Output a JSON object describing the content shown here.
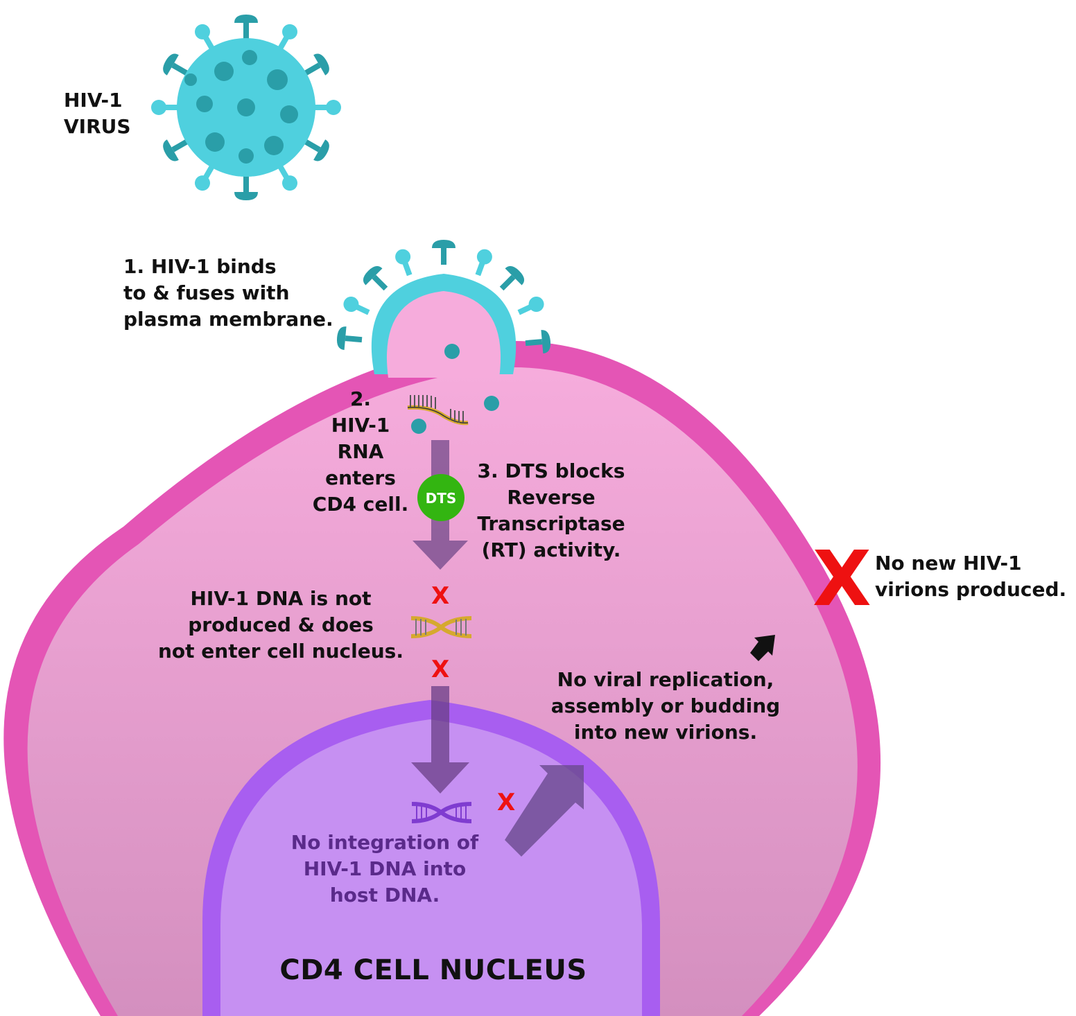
{
  "labels": {
    "virus": "HIV-1\nVIRUS",
    "step1": "1. HIV-1 binds\nto & fuses with\nplasma membrane.",
    "step2": "2.\nHIV-1\nRNA\nenters\nCD4 cell.",
    "step3": "3. DTS blocks\nReverse\nTranscriptase\n(RT) activity.",
    "dna_block": "HIV-1 DNA is not\nproduced & does\nnot enter cell nucleus.",
    "no_replication": "No viral replication,\nassembly or budding\ninto new virions.",
    "no_integration": "No integration of\nHIV-1 DNA into\nhost DNA.",
    "no_virions": "No new HIV-1\nvirions produced.",
    "nucleus": "CD4 CELL NUCLEUS",
    "dts": "DTS",
    "x_mark": "X"
  },
  "colors": {
    "virus": "#4fd0de",
    "virus_dark": "#2a9ea8",
    "cell_membrane": "#e455b5",
    "cytoplasm_top": "#f6acdc",
    "cytoplasm_bottom": "#d48fbf",
    "nucleus_fill": "#c690f2",
    "nucleus_border": "#a85ef0",
    "arrow": "#7a4f8f",
    "dts": "#33b511",
    "x_mark": "#ee1111",
    "rna": "#d6a92e",
    "dna_host": "#7f3cd0"
  },
  "icons": [
    "hiv-virus-icon",
    "fusing-virus-icon",
    "rna-strand-icon",
    "viral-dna-helix-icon",
    "host-dna-helix-icon",
    "dts-badge-icon",
    "black-arrow-icon"
  ]
}
